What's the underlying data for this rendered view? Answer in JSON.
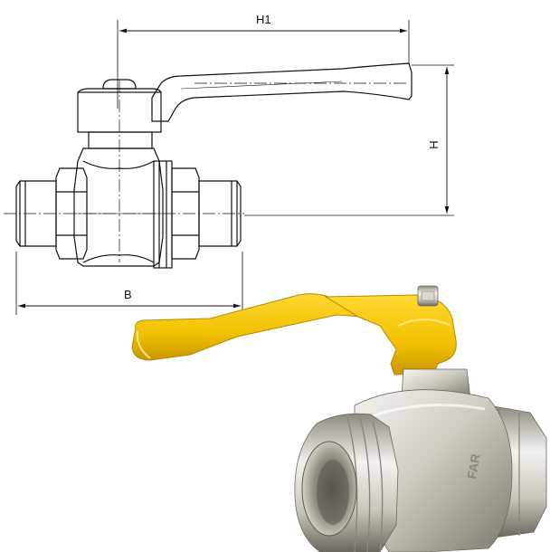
{
  "dimensions": {
    "h1_label": "H1",
    "h_label": "H",
    "b_label": "B"
  },
  "colors": {
    "line": "#111111",
    "handle_yellow": "#f2c200",
    "handle_shadow": "#c99600",
    "brass_light": "#e6e4dc",
    "brass_mid": "#b9b5a8",
    "brass_dark": "#6e6a60"
  },
  "photo": {
    "body_marking": "FAR"
  }
}
